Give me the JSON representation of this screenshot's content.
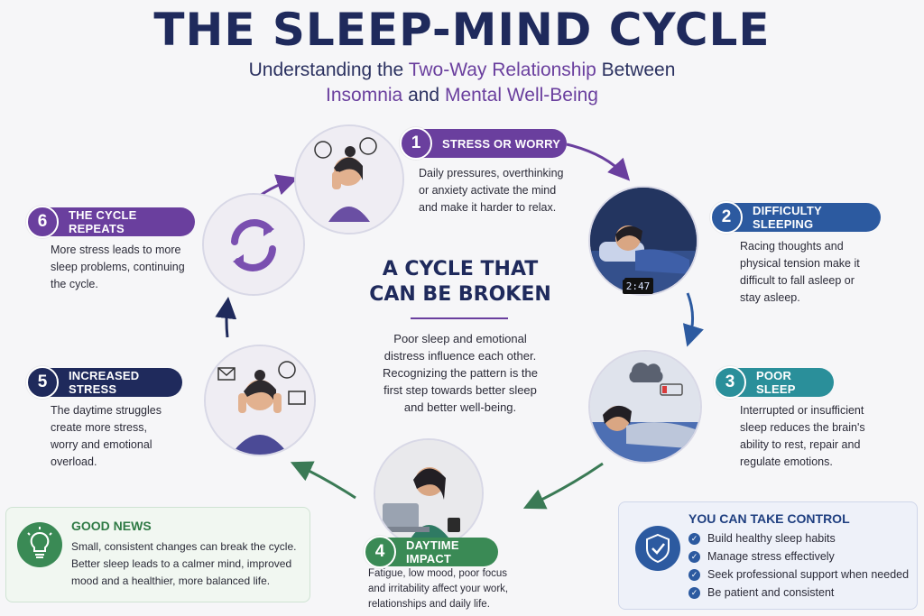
{
  "header": {
    "title": "THE SLEEP-MIND CYCLE",
    "subtitle_line1_a": "Understanding the ",
    "subtitle_line1_b": "Two-Way Relationship",
    "subtitle_line1_c": " Between",
    "subtitle_line2_a": "Insomnia",
    "subtitle_line2_b": " and ",
    "subtitle_line2_c": "Mental Well-Being"
  },
  "steps": [
    {
      "number": "1",
      "label": "STRESS OR WORRY",
      "text": [
        "Daily pressures, overthinking",
        "or anxiety activate the mind",
        "and make it harder to relax."
      ],
      "color": "#6a3f9e"
    },
    {
      "number": "2",
      "label": "DIFFICULTY SLEEPING",
      "text": [
        "Racing thoughts and",
        "physical tension make it",
        "difficult to fall asleep or",
        "stay asleep."
      ],
      "color": "#2c5aa0"
    },
    {
      "number": "3",
      "label": "POOR SLEEP",
      "text": [
        "Interrupted or insufficient",
        "sleep reduces the brain's",
        "ability to rest, repair and",
        "regulate emotions."
      ],
      "color": "#2a8f9a"
    },
    {
      "number": "4",
      "label": "DAYTIME IMPACT",
      "text": [
        "Fatigue, low mood, poor focus",
        "and irritability affect your work,",
        "relationships and daily life."
      ],
      "color": "#3a8a55"
    },
    {
      "number": "5",
      "label": "INCREASED STRESS",
      "text": [
        "The daytime struggles",
        "create more stress,",
        "worry and emotional",
        "overload."
      ],
      "color": "#1f2a5c"
    },
    {
      "number": "6",
      "label": "THE CYCLE REPEATS",
      "text": [
        "More stress leads to more",
        "sleep problems, continuing",
        "the cycle."
      ],
      "color": "#6a3f9e"
    }
  ],
  "center": {
    "title_line1": "A CYCLE THAT",
    "title_line2": "CAN BE BROKEN",
    "text": [
      "Poor sleep and emotional",
      "distress influence each other.",
      "Recognizing the pattern is the",
      "first step towards better sleep",
      "and better well-being."
    ]
  },
  "alarm_clock_time": "2:47",
  "good_news": {
    "title": "GOOD NEWS",
    "text": [
      "Small, consistent changes can break the cycle.",
      "Better sleep leads to a calmer mind, improved",
      "mood and a healthier, more balanced life."
    ],
    "icon": "lightbulb-icon",
    "color": "#3a8a55"
  },
  "take_control": {
    "title": "YOU CAN TAKE CONTROL",
    "items": [
      "Build healthy sleep habits",
      "Manage stress effectively",
      "Seek professional support when needed",
      "Be patient and consistent"
    ],
    "icon": "shield-check-icon",
    "color": "#2c5aa0"
  }
}
